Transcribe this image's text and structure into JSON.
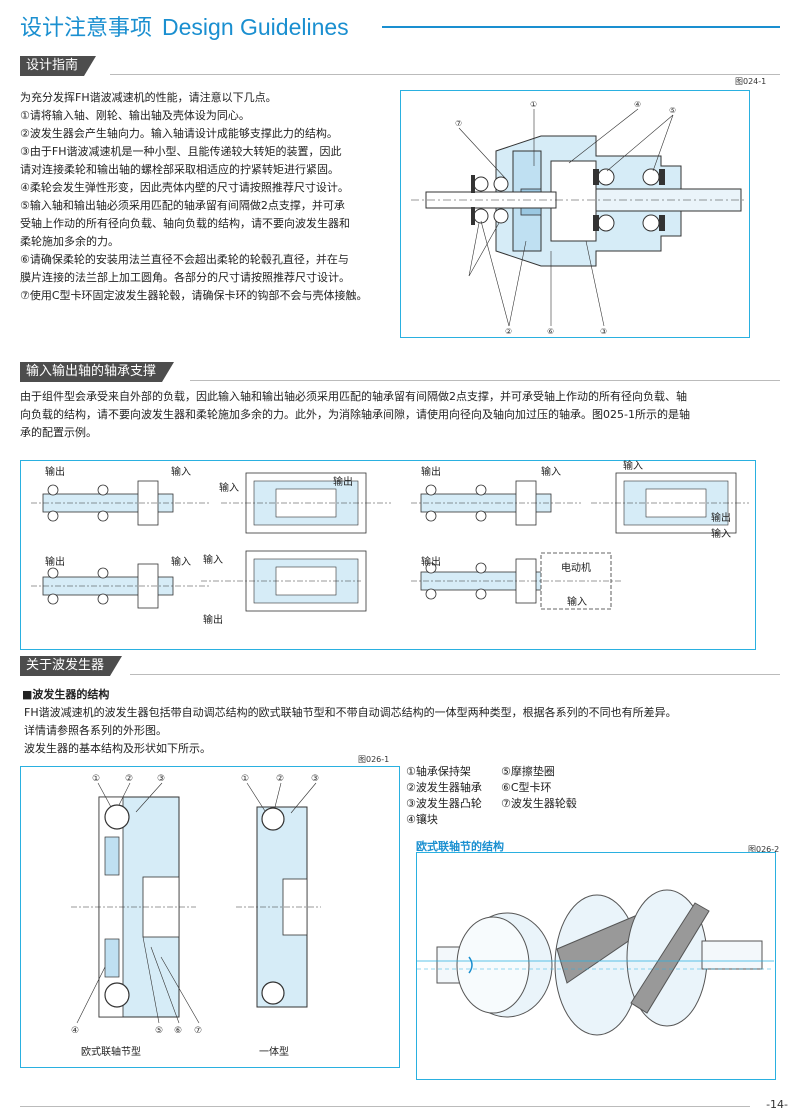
{
  "header": {
    "title_cn": "设计注意事项",
    "title_en": "Design Guidelines"
  },
  "section1": {
    "tab": "设计指南",
    "figure_id": "图024-1",
    "lines": [
      "为充分发挥FH谐波减速机的性能，请注意以下几点。",
      "①请将输入轴、刚轮、输出轴及壳体设为同心。",
      "②波发生器会产生轴向力。输入轴请设计成能够支撑此力的结构。",
      "③由于FH谐波减速机是一种小型、且能传递较大转矩的装置，因此",
      "请对连接柔轮和输出轴的螺栓部采取相适应的拧紧转矩进行紧固。",
      "④柔轮会发生弹性形变，因此壳体内壁的尺寸请按照推荐尺寸设计。",
      "⑤输入轴和输出轴必须采用匹配的轴承留有间隔做2点支撑，并可承",
      "受轴上作动的所有径向负载、轴向负载的结构，请不要向波发生器和",
      "柔轮施加多余的力。",
      "⑥请确保柔轮的安装用法兰直径不会超出柔轮的轮毂孔直径，并在与",
      "膜片连接的法兰部上加工圆角。各部分的尺寸请按照推荐尺寸设计。",
      "⑦使用C型卡环固定波发生器轮毂，请确保卡环的钩部不会与壳体接触。"
    ],
    "callouts": [
      "①",
      "②",
      "③",
      "④",
      "⑤",
      "⑥",
      "⑦"
    ]
  },
  "section2": {
    "tab": "输入输出轴的轴承支撑",
    "lines": [
      "由于组件型会承受来自外部的负载，因此输入轴和输出轴必须采用匹配的轴承留有间隔做2点支撑，并可承受轴上作动的所有径向负载、轴",
      "向负载的结构，请不要向波发生器和柔轮施加多余的力。此外，为消除轴承间隙，请使用向径向及轴向加过压的轴承。图025-1所示的是轴",
      "承的配置示例。"
    ],
    "labels": {
      "output": "输出",
      "input": "输入",
      "motor": "电动机"
    }
  },
  "section3": {
    "tab": "关于波发生器",
    "subhead": "■波发生器的结构",
    "lines": [
      "FH谐波减速机的波发生器包括带自动调芯结构的欧式联轴节型和不带自动调芯结构的一体型两种类型，根据各系列的不同也有所差异。",
      "详情请参照各系列的外形图。",
      "波发生器的基本结构及形状如下所示。"
    ],
    "figure_id": "图026-1",
    "fig_left_label": "欧式联轴节型",
    "fig_right_label": "一体型",
    "legend": [
      [
        "①轴承保持架",
        "⑤摩擦垫圈"
      ],
      [
        "②波发生器轴承",
        "⑥C型卡环"
      ],
      [
        "③波发生器凸轮",
        "⑦波发生器轮毂"
      ],
      [
        "④镶块",
        ""
      ]
    ],
    "oldham_title": "欧式联轴节的结构",
    "figure2_id": "图026-2"
  },
  "page_number": "-14-",
  "colors": {
    "accent": "#1a8fd0",
    "part_fill": "#d6ecf7",
    "box_border": "#2ab0e0"
  }
}
